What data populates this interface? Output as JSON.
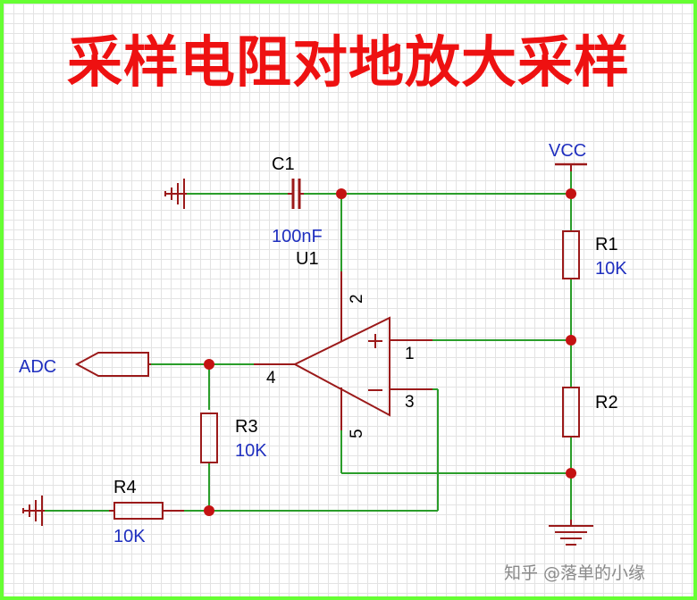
{
  "title": "采样电阻对地放大采样",
  "colors": {
    "frame": "#66ff33",
    "title": "#ee1111",
    "wire": "#2a9d2a",
    "component": "#9b1a1a",
    "node": "#c41212",
    "value_text": "#1f2fbf"
  },
  "components": {
    "c1": {
      "ref": "C1",
      "value": "100nF"
    },
    "u1": {
      "ref": "U1",
      "pins": {
        "p1": "1",
        "p2": "2",
        "p3": "3",
        "p4": "4",
        "p5": "5"
      },
      "plus": "+",
      "minus": "−"
    },
    "r1": {
      "ref": "R1",
      "value": "10K"
    },
    "r2": {
      "ref": "R2"
    },
    "r3": {
      "ref": "R3",
      "value": "10K"
    },
    "r4": {
      "ref": "R4",
      "value": "10K"
    }
  },
  "ports": {
    "vcc": "VCC",
    "adc": "ADC"
  },
  "watermark": "知乎 @落单的小缘"
}
